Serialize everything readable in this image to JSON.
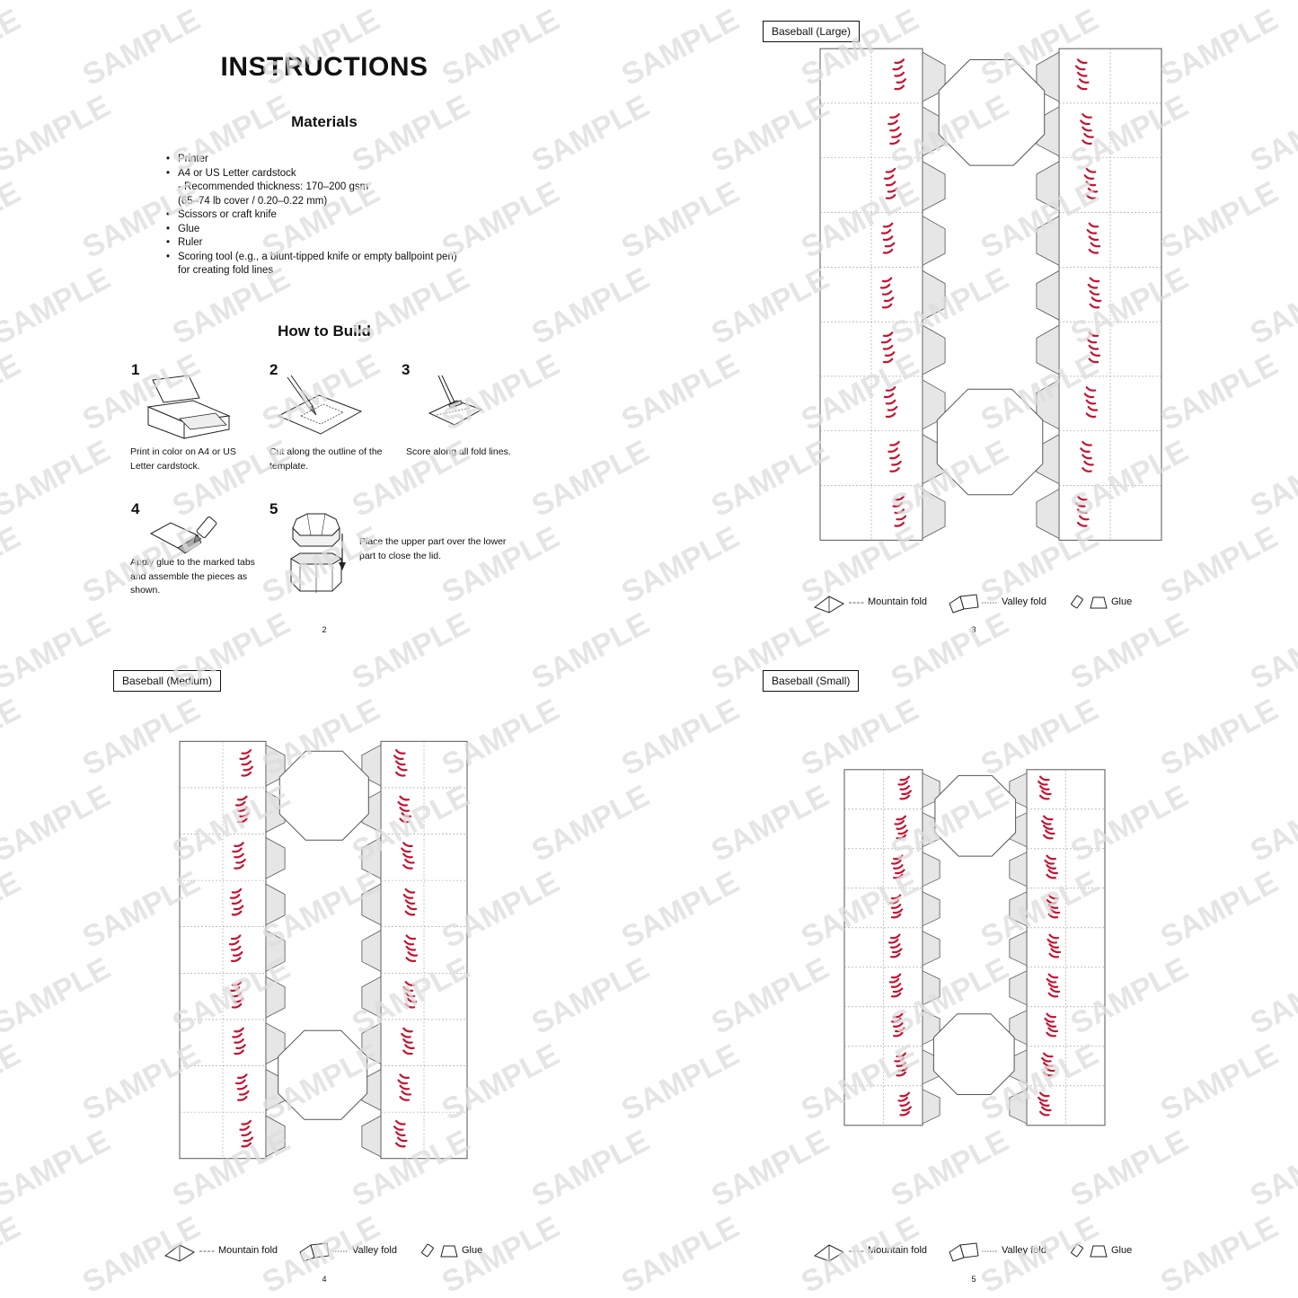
{
  "instructions_page": {
    "title": "INSTRUCTIONS",
    "materials_heading": "Materials",
    "materials": [
      {
        "text": "Printer"
      },
      {
        "text": "A4 or US Letter cardstock",
        "sub": [
          "- Recommended thickness: 170–200 gsm",
          "(65–74 lb cover / 0.20–0.22 mm)"
        ]
      },
      {
        "text": "Scissors or craft knife"
      },
      {
        "text": "Glue"
      },
      {
        "text": "Ruler"
      },
      {
        "text": "Scoring tool (e.g., a blunt-tipped knife or empty ballpoint pen)",
        "sub": [
          "for creating fold lines"
        ]
      }
    ],
    "howto_heading": "How to Build",
    "steps": [
      {
        "number": "1",
        "text": "Print in color on A4 or US Letter cardstock."
      },
      {
        "number": "2",
        "text": "Cut along the outline of the template."
      },
      {
        "number": "3",
        "text": "Score along all fold lines."
      },
      {
        "number": "4",
        "text": "Apply glue to the marked tabs and assemble the pieces as shown."
      },
      {
        "number": "5",
        "text": "Place the upper part over the lower part to close the lid."
      }
    ],
    "page_number": "2"
  },
  "large_page": {
    "label": "Baseball (Large)",
    "page_number": "3"
  },
  "medium_page": {
    "label": "Baseball (Medium)",
    "page_number": "4"
  },
  "small_page": {
    "label": "Baseball (Small)",
    "page_number": "5"
  },
  "legend": {
    "mountain": "Mountain fold",
    "valley": "Valley fold",
    "glue": "Glue"
  },
  "watermark": "SAMPLE",
  "colors": {
    "stitch": "#c8102e",
    "tab": "#e6e6e6",
    "outline": "#555555",
    "watermark": "#dcdcdc"
  }
}
